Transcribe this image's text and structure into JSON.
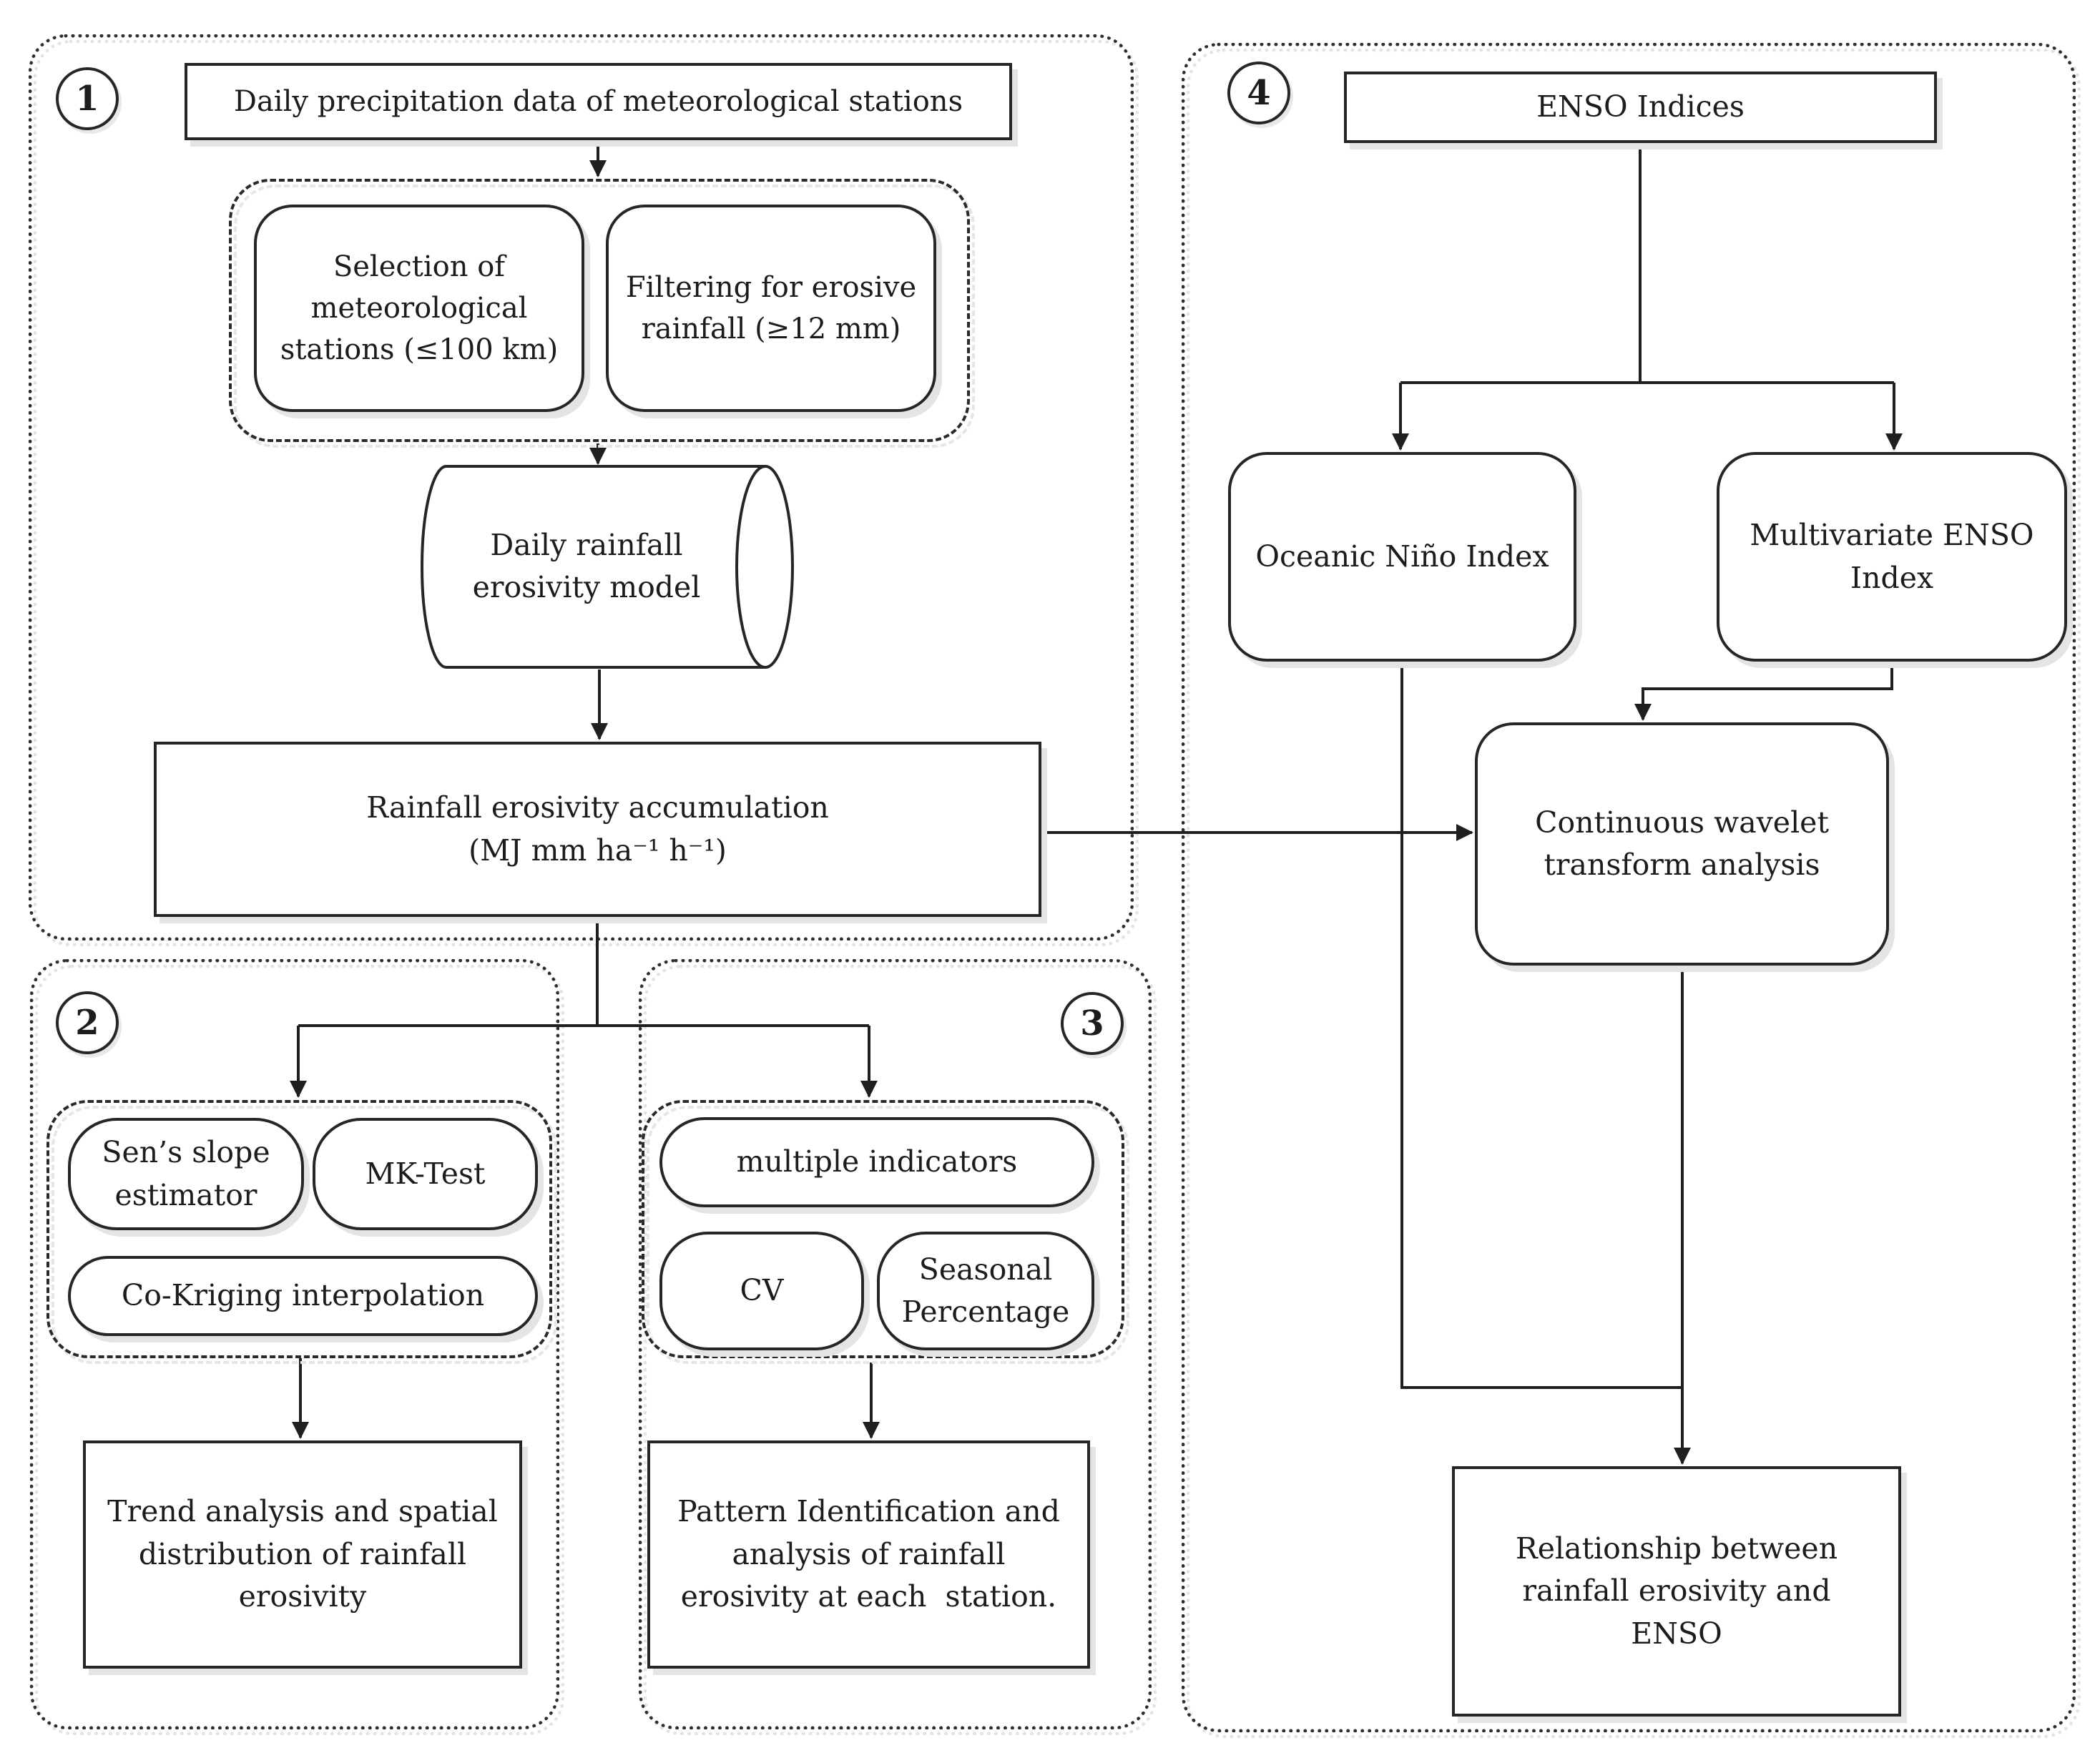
{
  "figure": {
    "type": "methodology-flowchart",
    "background": "#ffffff",
    "stroke_color": "#1f1f1f",
    "shadow_color": "#e4e4e4"
  },
  "panel1": {
    "number": "1",
    "precipitation_box": "Daily precipitation data of meteorological stations",
    "selection_box": "Selection of\nmeteorological\nstations (≤100 km)",
    "filtering_box": "Filtering for erosive\nrainfall (≥12 mm)",
    "cylinder": "Daily rainfall\nerosivity model",
    "accumulation_box": "Rainfall erosivity accumulation\n(MJ mm ha⁻¹ h⁻¹)"
  },
  "panel2": {
    "number": "2",
    "sens_slope_box": "Sen’s slope\nestimator",
    "mk_test_box": "MK-Test",
    "co_kriging_box": "Co-Kriging interpolation",
    "trend_box": "Trend analysis and spatial\ndistribution of rainfall\nerosivity"
  },
  "panel3": {
    "number": "3",
    "multiple_indicators_box": "multiple indicators",
    "cv_box": "CV",
    "seasonal_percentage_box": "Seasonal\nPercentage",
    "pattern_box": "Pattern Identification and\nanalysis of rainfall\nerosivity at each  station."
  },
  "panel4": {
    "number": "4",
    "enso_indices_box": "ENSO Indices",
    "oceanic_nino_box": "Oceanic Niño Index",
    "multivariate_enso_box": "Multivariate ENSO\nIndex",
    "wavelet_box": "Continuous wavelet\ntransform analysis",
    "relationship_box": "Relationship between\nrainfall erosivity and\nENSO"
  },
  "edges": [
    {
      "from": "daily-precipitation-data",
      "to": "station-selection-group",
      "arrow": true
    },
    {
      "from": "station-selection-group",
      "to": "daily-rainfall-erosivity-model",
      "arrow": true
    },
    {
      "from": "daily-rainfall-erosivity-model",
      "to": "rainfall-erosivity-accumulation",
      "arrow": true
    },
    {
      "from": "rainfall-erosivity-accumulation",
      "to": "trend-methods-group",
      "arrow": true
    },
    {
      "from": "rainfall-erosivity-accumulation",
      "to": "indicator-methods-group",
      "arrow": true
    },
    {
      "from": "trend-methods-group",
      "to": "trend-analysis-box",
      "arrow": true
    },
    {
      "from": "indicator-methods-group",
      "to": "pattern-identification-box",
      "arrow": true
    },
    {
      "from": "rainfall-erosivity-accumulation",
      "to": "continuous-wavelet-transform",
      "arrow": true
    },
    {
      "from": "enso-indices",
      "to": "oceanic-nino-index",
      "arrow": true
    },
    {
      "from": "enso-indices",
      "to": "multivariate-enso-index",
      "arrow": true
    },
    {
      "from": "multivariate-enso-index",
      "to": "continuous-wavelet-transform",
      "arrow": true
    },
    {
      "from": "oceanic-nino-index",
      "to": "relationship-erosivity-enso",
      "arrow": false
    },
    {
      "from": "continuous-wavelet-transform",
      "to": "relationship-erosivity-enso",
      "arrow": true
    }
  ]
}
